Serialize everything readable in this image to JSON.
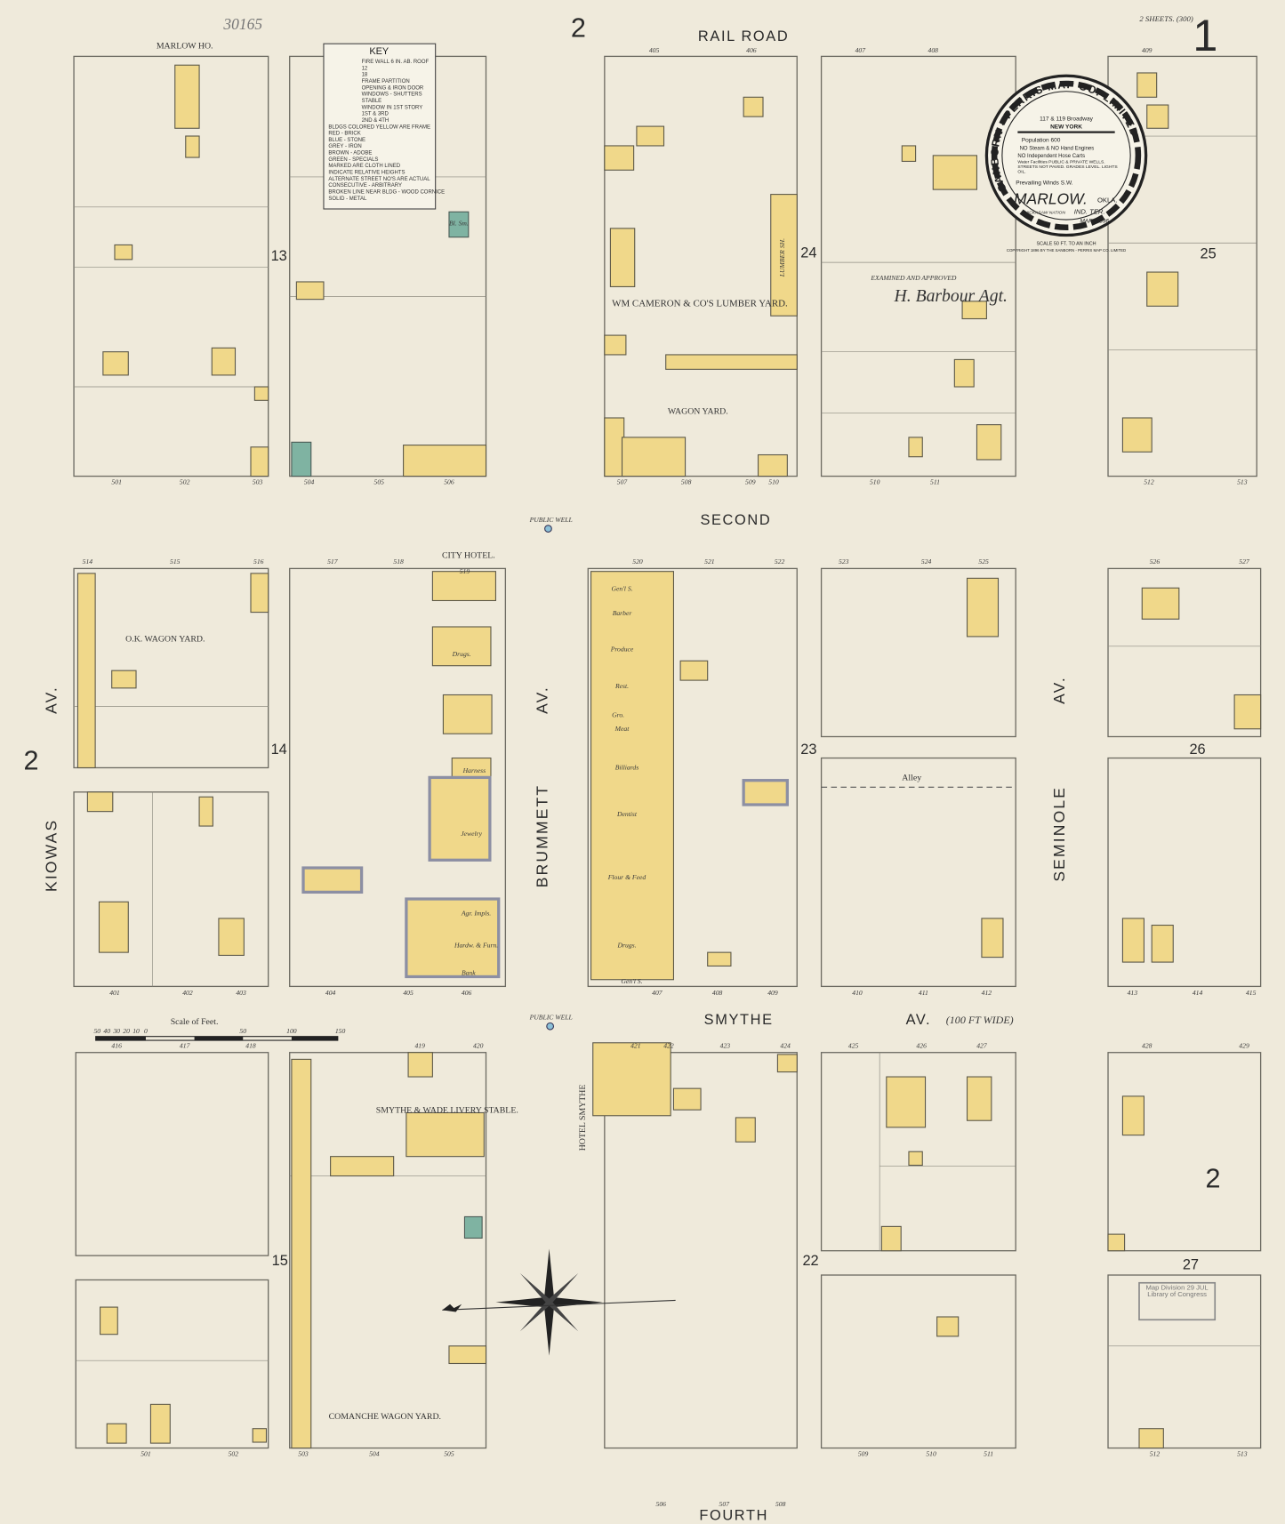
{
  "sheet": {
    "number": "1",
    "sheets_note": "2 SHEETS. (300)",
    "adjacent_sheet": "2",
    "accession": "30165"
  },
  "seal": {
    "company": "SANBORN - PERRIS MAP CO. LIMITED",
    "address": "117 & 119 Broadway",
    "city": "NEW YORK",
    "population": "Population 600",
    "engines": "NO Steam & NO Hand Engines",
    "hose": "NO Independent Hose Carts",
    "water": "Water Facilities PUBLIC & PRIVATE WELLS. STREETS NOT PAVED. GRADES LEVEL. LIGHTS OIL.",
    "winds": "Prevailing Winds S.W.",
    "town": "MARLOW.",
    "state": "OKLA.",
    "nation": "CHICKASAW NATION",
    "territory": "IND. TER.",
    "date": "MAR. 1896.",
    "scale": "SCALE 50 FT. TO AN INCH",
    "copyright": "COPYRIGHT 1896 BY THE SANBORN - PERRIS MAP CO. LIMITED"
  },
  "key": {
    "title": "KEY",
    "items": [
      "FIRE WALL 6 IN. AB. ROOF",
      "12",
      "18",
      "FRAME PARTITION",
      "OPENING & IRON DOOR",
      "WINDOWS - SHUTTERS",
      "STABLE",
      "WINDOW IN 1ST STORY",
      "1ST & 3RD",
      "2ND & 4TH",
      "BLDGS COLORED YELLOW ARE FRAME",
      "RED - BRICK",
      "BLUE - STONE",
      "GREY - IRON",
      "BROWN - ADOBE",
      "GREEN - SPECIALS",
      "MARKED ARE CLOTH LINED",
      "INDICATE RELATIVE HEIGHTS",
      "ALTERNATE STREET NO'S ARE ACTUAL",
      "CONSECUTIVE - ARBITRARY",
      "BROKEN LINE NEAR BLDG - WOOD CORNICE",
      "SOLID - METAL"
    ]
  },
  "streets": {
    "railroad": "RAIL ROAD",
    "second": "SECOND",
    "smythe": "SMYTHE",
    "smythe_av": "AV.",
    "smythe_width": "(100 FT WIDE)",
    "fourth": "FOURTH",
    "kiowas": "KIOWAS",
    "kiowas_av": "AV.",
    "brummett": "BRUMMETT",
    "brummett_av": "AV.",
    "seminole": "SEMINOLE",
    "seminole_av": "AV.",
    "alley": "Alley"
  },
  "blocks": [
    "13",
    "24",
    "25",
    "14",
    "23",
    "26",
    "15",
    "22",
    "27"
  ],
  "labels": {
    "marlow_ho": "MARLOW HO.",
    "cameron": "WM CAMERON & CO'S LUMBER YARD.",
    "wagon_yard": "WAGON YARD.",
    "ok_wagon": "O.K. WAGON YARD.",
    "city_hotel": "CITY HOTEL.",
    "smythe_wade": "SMYTHE & WADE LIVERY STABLE.",
    "comanche": "COMANCHE WAGON YARD.",
    "hotel_smythe": "HOTEL SMYTHE",
    "public_well": "PUBLIC WELL",
    "examined": "EXAMINED AND APPROVED",
    "signature": "H. Barbour Agt.",
    "scale_of_feet": "Scale of Feet.",
    "scale_ticks": [
      "50",
      "40",
      "30",
      "20",
      "10",
      "0",
      "50",
      "100",
      "150"
    ],
    "lumber": "LUMBER SH.",
    "bank": "Bank",
    "drugs": "Drugs.",
    "gents": "Gen'l S.",
    "barber": "Barber",
    "produce": "Produce",
    "grocery": "Gro.",
    "meat": "Meat",
    "billiards": "Billiards",
    "harness": "Harness",
    "jewelry": "Jewelry",
    "flour": "Flour & Feed",
    "restaurant": "Rest.",
    "dentist": "Dentist",
    "agr_impls": "Agr. Impls.",
    "hardw": "Hardw. & Furn.",
    "bl_sm": "Bl. Sm.",
    "stamp": "Map Division 29 JUL Library of Congress"
  },
  "lots": {
    "top_left": [
      "501",
      "502",
      "503",
      "504",
      "505",
      "506"
    ],
    "top_mid": [
      "405",
      "406",
      "507",
      "508",
      "509",
      "510"
    ],
    "top_right": [
      "407",
      "408",
      "510",
      "511",
      "409",
      "512",
      "513"
    ],
    "mid_left": [
      "514",
      "515",
      "516",
      "517",
      "518",
      "519",
      "401",
      "402",
      "403",
      "404",
      "405",
      "406"
    ],
    "mid_mid": [
      "520",
      "521",
      "522",
      "407",
      "408",
      "409"
    ],
    "mid_right": [
      "523",
      "524",
      "525",
      "526",
      "527",
      "410",
      "411",
      "412",
      "413",
      "414",
      "415"
    ],
    "bot_left": [
      "416",
      "417",
      "418",
      "419",
      "420",
      "501",
      "502",
      "503",
      "504",
      "505"
    ],
    "bot_mid": [
      "421",
      "422",
      "423",
      "424",
      "506",
      "507",
      "508"
    ],
    "bot_right": [
      "425",
      "426",
      "427",
      "428",
      "429",
      "509",
      "510",
      "511",
      "512",
      "513"
    ]
  },
  "colors": {
    "paper": "#efeadb",
    "frame": "#f0d88a",
    "special": "#7fb3a2",
    "iron": "#8c8fa3",
    "ink": "#2a2a2a"
  }
}
